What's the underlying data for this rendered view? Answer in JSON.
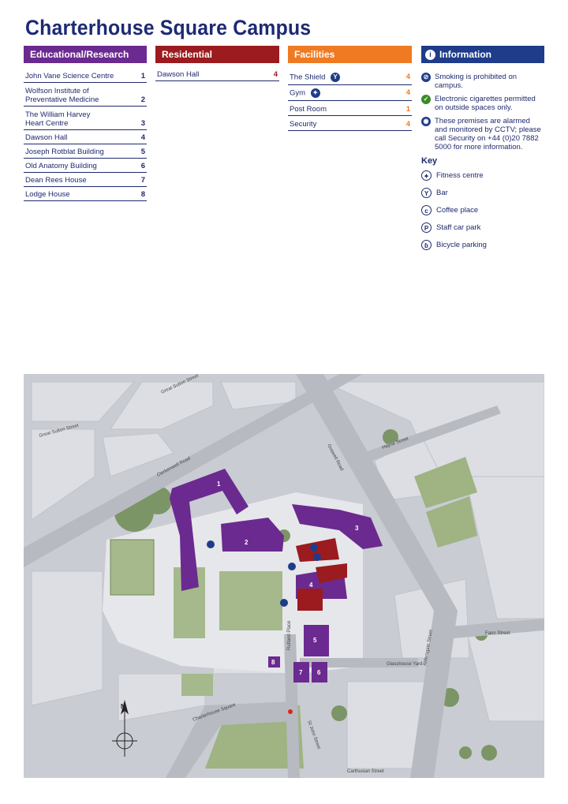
{
  "title": "Charterhouse Square Campus",
  "colors": {
    "educational": "#6b2a8f",
    "residential": "#9b1b1e",
    "facilities": "#ef7a22",
    "information": "#1f3c8a"
  },
  "educational": {
    "header": "Educational/Research",
    "items": [
      {
        "label": "John Vane Science Centre",
        "num": "1"
      },
      {
        "label": "Wolfson Institute of Preventative Medicine",
        "num": "2"
      },
      {
        "label": "The William Harvey Heart Centre",
        "num": "3"
      },
      {
        "label": "Dawson Hall",
        "num": "4"
      },
      {
        "label": "Joseph Rotblat Building",
        "num": "5"
      },
      {
        "label": "Old Anatomy Building",
        "num": "6"
      },
      {
        "label": "Dean Rees House",
        "num": "7"
      },
      {
        "label": "Lodge House",
        "num": "8"
      }
    ]
  },
  "residential": {
    "header": "Residential",
    "items": [
      {
        "label": "Dawson Hall",
        "num": "4"
      }
    ]
  },
  "facilities": {
    "header": "Facilities",
    "items": [
      {
        "label": "The Shield",
        "num": "4"
      },
      {
        "label": "Gym",
        "num": "4"
      },
      {
        "label": "Post Room",
        "num": "1"
      },
      {
        "label": "Security",
        "num": "4"
      }
    ]
  },
  "information": {
    "header": "Information",
    "items": [
      "Smoking is prohibited on campus.",
      "Electronic cigarettes permitted on outside spaces only.",
      "These premises are alarmed and monitored by CCTV; please call Security on +44 (0)20 7882 5000 for more information."
    ],
    "key_title": "Key",
    "key": [
      {
        "label": "Fitness centre",
        "icon": "fitness-icon"
      },
      {
        "label": "Bar",
        "icon": "bar-icon"
      },
      {
        "label": "Coffee place",
        "icon": "coffee-icon"
      },
      {
        "label": "Staff car park",
        "icon": "parking-icon"
      },
      {
        "label": "Bicycle parking",
        "icon": "bicycle-icon"
      }
    ]
  },
  "map": {
    "streets": [
      "Great Sutton Street",
      "Great Sutton Street",
      "Clerkenwell Road",
      "Goswell Road",
      "St John Street",
      "Aldersgate Street",
      "Charterhouse Square",
      "Rutland Place",
      "Glasshouse Yard",
      "Carthusian Street",
      "Fann Street",
      "Hayne Street"
    ],
    "building_numbers": [
      "1",
      "2",
      "3",
      "4",
      "5",
      "6",
      "7",
      "8"
    ],
    "north_label": "N"
  }
}
